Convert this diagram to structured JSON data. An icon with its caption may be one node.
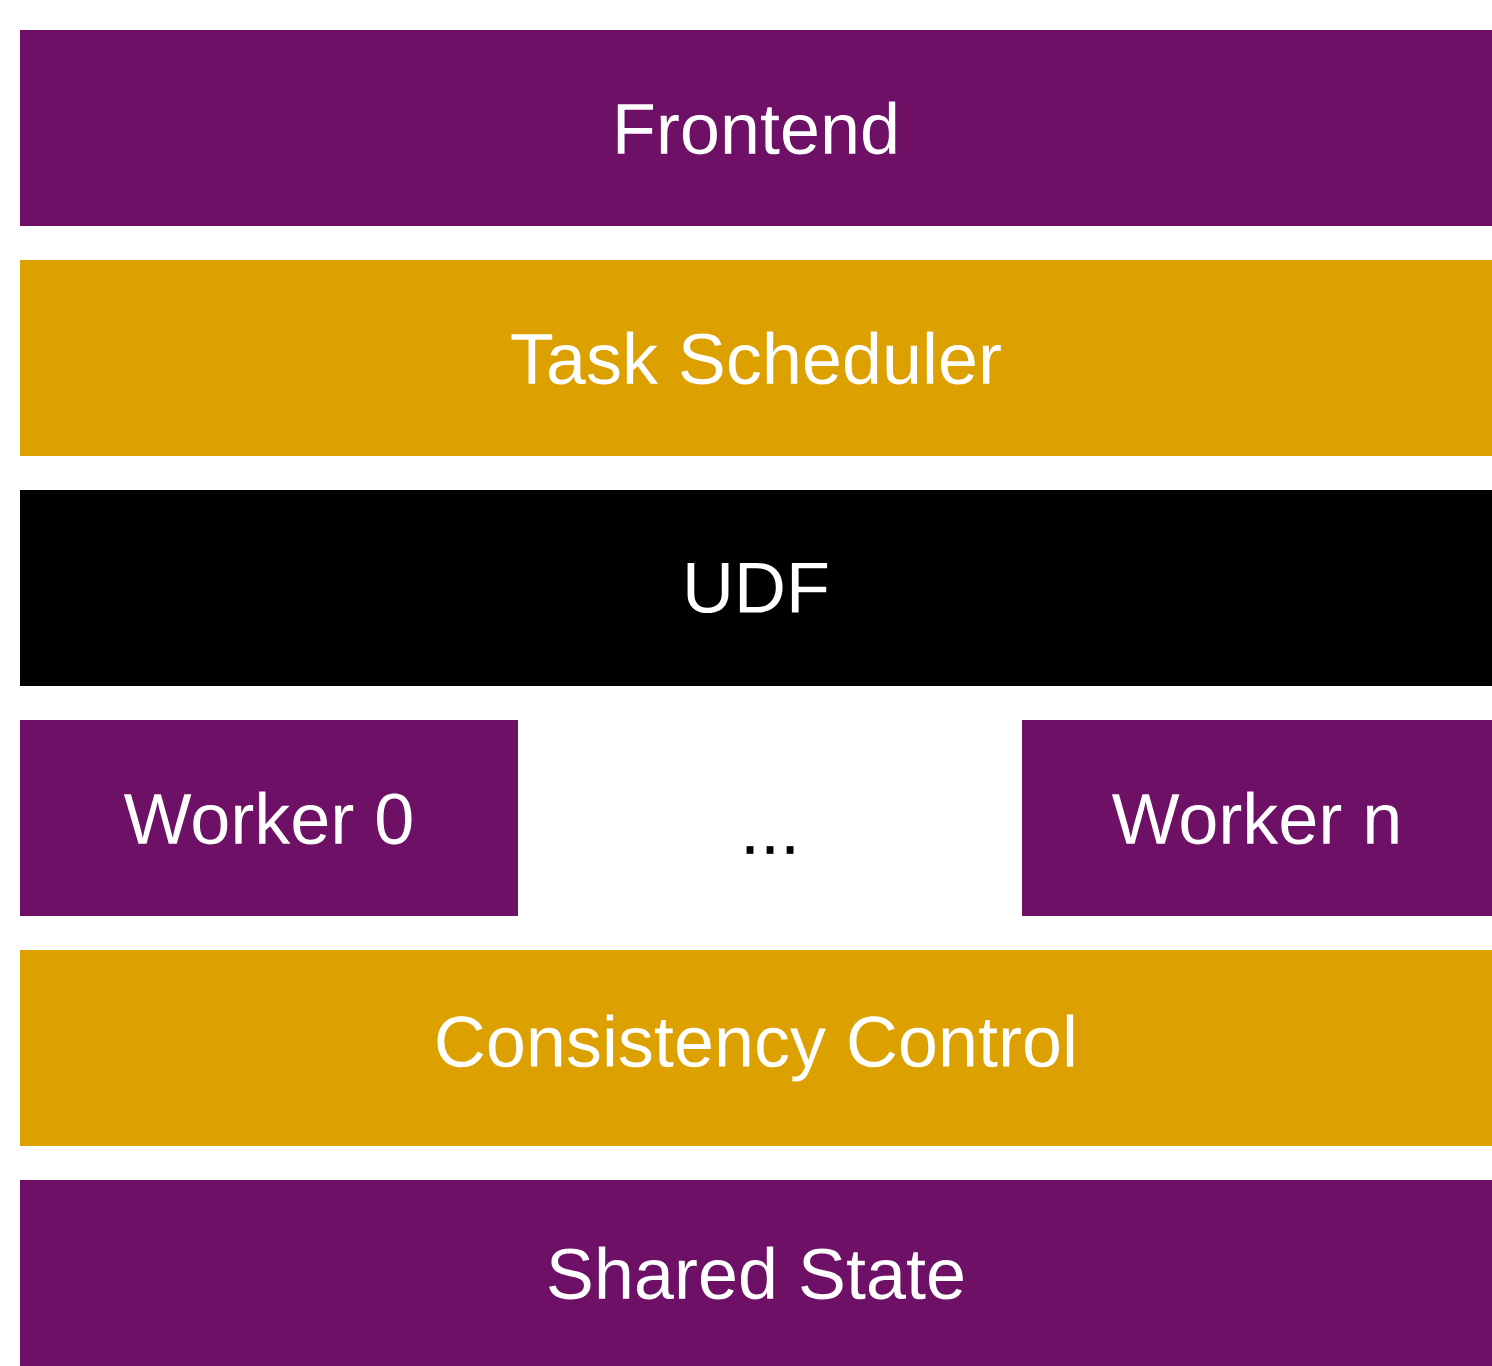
{
  "diagram": {
    "nodes": [
      {
        "text": [
          "Frontend"
        ]
      },
      {
        "text": [
          "Task Scheduler"
        ]
      },
      {
        "text": [
          "UDF"
        ]
      },
      {
        "text": [
          "Worker 0"
        ]
      },
      {
        "text": [
          "Worker n"
        ]
      },
      {
        "text": [
          "Consistency Control"
        ]
      },
      {
        "text": [
          "Shared State"
        ]
      }
    ],
    "labels": [
      "..."
    ]
  }
}
